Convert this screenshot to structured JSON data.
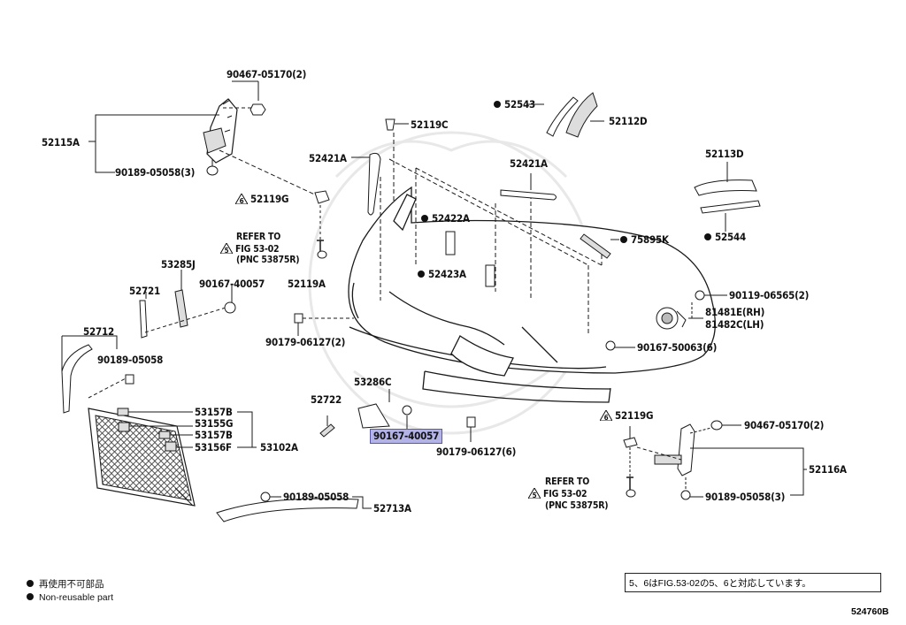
{
  "labels": {
    "p90467_05170_top": "90467-05170(2)",
    "p52115A": "52115A",
    "p90189_05058_3_top": "90189-05058(3)",
    "p52119G_top": "52119G",
    "refer_top_1": "REFER TO",
    "refer_top_2": "FIG 53-02",
    "refer_top_3": "(PNC 53875R)",
    "p53285J": "53285J",
    "p52721": "52721",
    "p90167_40057_top": "90167-40057",
    "p52119A": "52119A",
    "p52712": "52712",
    "p90189_05058_left": "90189-05058",
    "p90179_06127_2": "90179-06127(2)",
    "p52119C": "52119C",
    "p52421A_left": "52421A",
    "p52422A": "52422A",
    "p52423A": "52423A",
    "p52543": "52543",
    "p52112D": "52112D",
    "p52421A_right": "52421A",
    "p52113D": "52113D",
    "p75895K": "75895K",
    "p52544": "52544",
    "p90119_06565": "90119-06565(2)",
    "p81481E": "81481E(RH)",
    "p81482C": "81482C(LH)",
    "p90167_50063": "90167-50063(6)",
    "p53157B_a": "53157B",
    "p53155G": "53155G",
    "p53157B_b": "53157B",
    "p53156F": "53156F",
    "p53102A": "53102A",
    "p52722": "52722",
    "p53286C": "53286C",
    "p90167_40057_hl": "90167-40057",
    "p90179_06127_6": "90179-06127(6)",
    "p90189_05058_bottom": "90189-05058",
    "p52713A": "52713A",
    "p52119G_bottom": "52119G",
    "p90467_05170_bottom": "90467-05170(2)",
    "p52116A": "52116A",
    "refer_bot_1": "REFER TO",
    "refer_bot_2": "FIG 53-02",
    "refer_bot_3": "(PNC 53875R)",
    "p90189_05058_3_bottom": "90189-05058(3)"
  },
  "markers": {
    "tri6": "6",
    "tri5": "5"
  },
  "legend": {
    "non_reusable_jp": "再使用不可部品",
    "non_reusable_en": "Non-reusable part"
  },
  "note": "5、6はFIG.53-02の5、6と対応しています。",
  "diagram_id": "524760B",
  "colors": {
    "line": "#1a1a1a",
    "highlight": "#b3b3e8",
    "watermark": "#e6e6e6"
  }
}
